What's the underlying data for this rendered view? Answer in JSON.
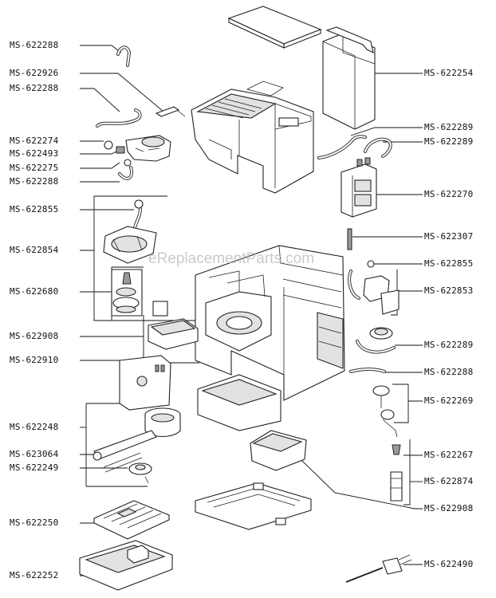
{
  "watermark": "eReplacementParts.com",
  "labels": {
    "l01": "MS-622288",
    "l02": "MS-622926",
    "l03": "MS-622288",
    "l04": "MS-622274",
    "l05": "MS-622493",
    "l06": "MS-622275",
    "l07": "MS-622288",
    "l08": "MS-622855",
    "l09": "MS-622854",
    "l10": "MS-622680",
    "l11": "MS-622908",
    "l12": "MS-622910",
    "l13": "MS-622248",
    "l14": "MS-623064",
    "l15": "MS-622249",
    "l16": "MS-622250",
    "l17": "MS-622252",
    "r01": "MS-622254",
    "r02": "MS-622289",
    "r03": "MS-622289",
    "r04": "MS-622270",
    "r05": "MS-622307",
    "r06": "MS-622855",
    "r07": "MS-622853",
    "r08": "MS-622289",
    "r09": "MS-622288",
    "r10": "MS-622269",
    "r11": "MS-622267",
    "r12": "MS-622874",
    "r13": "MS-622908",
    "r14": "MS-622490"
  }
}
